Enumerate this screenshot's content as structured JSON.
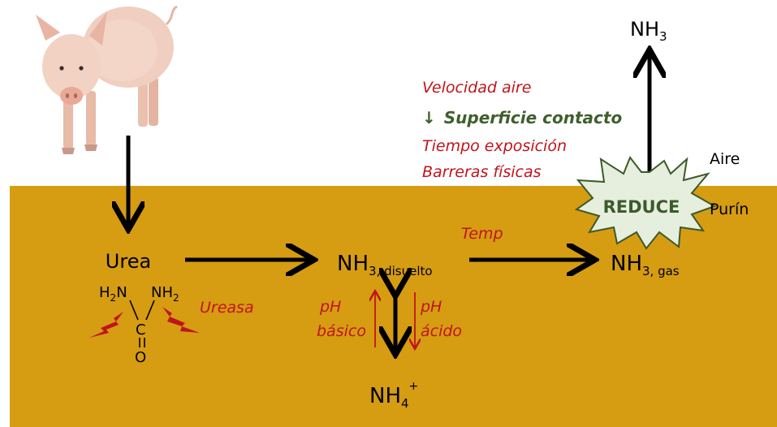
{
  "labels": {
    "urea": "Urea",
    "nh3_dissolved_main": "NH",
    "nh3_dissolved_sub": "3, disuelto",
    "nh3_gas_main": "NH",
    "nh3_gas_sub": "3, gas",
    "nh3_air_main": "NH",
    "nh3_air_sub": "3",
    "nh4_main": "NH",
    "nh4_sub": "4",
    "nh4_sup": "+",
    "reduce": "REDUCE",
    "aire": "Aire",
    "purin": "Purín",
    "temp": "Temp",
    "ureasa": "Ureasa",
    "ph_basic_1": "pH",
    "ph_basic_2": "básico",
    "ph_acid_1": "pH",
    "ph_acid_2": "ácido"
  },
  "factors": {
    "items": [
      {
        "text": "Velocidad aire",
        "color": "#c0141c"
      },
      {
        "text": "Superficie contacto",
        "color": "#3f5f2c",
        "prefix": "↓"
      },
      {
        "text": "Tiempo exposición",
        "color": "#c0141c"
      },
      {
        "text": "Barreras físicas",
        "color": "#c0141c"
      }
    ]
  },
  "molecule": {
    "left_group_main": "H",
    "left_group_sub": "2",
    "left_group_tail": "N",
    "right_group_main": "NH",
    "right_group_sub": "2",
    "center": "C",
    "oxygen": "O"
  },
  "colors": {
    "slurry": "#d69c12",
    "starburst": "#e6eede",
    "starburst_stroke": "#3c5a2a",
    "reduce_text": "#3c5a2a",
    "red": "#c0141c"
  },
  "icons": {
    "pig": "pig-illustration",
    "lightning": "lightning-bolt-icon"
  }
}
